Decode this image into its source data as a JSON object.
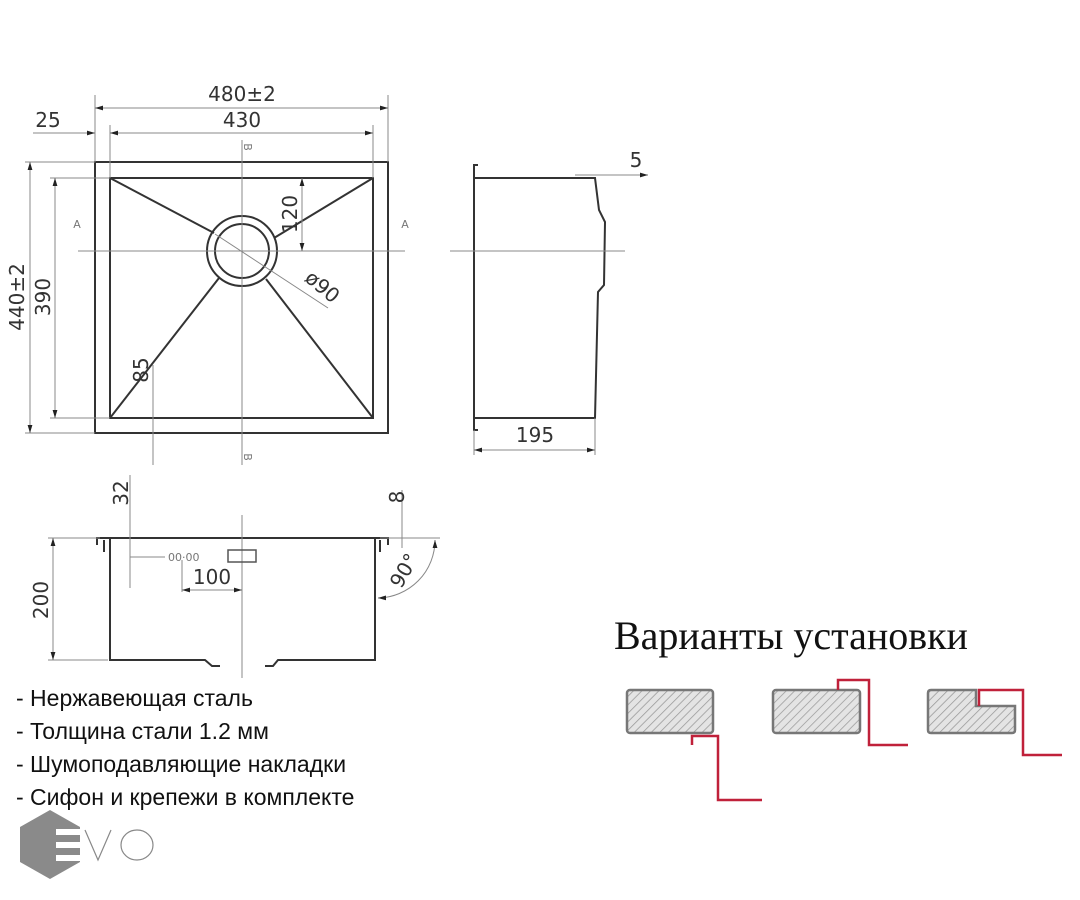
{
  "plan_view": {
    "dim_overall_width": "480±2",
    "dim_bowl_width": "430",
    "dim_flange": "25",
    "dim_overall_length": "440±2",
    "dim_bowl_length": "390",
    "dim_drain_offset": "120",
    "dim_drain_diameter": "ø90",
    "dim_corner": "85",
    "section_a": "A",
    "section_b": "B"
  },
  "side_view": {
    "dim_offset": "5",
    "dim_depth": "195"
  },
  "section_view": {
    "dim_overflow_height": "32",
    "dim_rim": "8",
    "dim_height": "200",
    "dim_overflow_offset": "100",
    "dim_angle": "90°"
  },
  "features": [
    "- Нержавеющая сталь",
    "- Толщина стали 1.2 мм",
    "- Шумоподавляющие накладки",
    "- Сифон и крепежи в комплекте"
  ],
  "installation": {
    "title": "Варианты установки",
    "accent_color": "#c0213a"
  },
  "logo": {
    "text": "EVO"
  }
}
